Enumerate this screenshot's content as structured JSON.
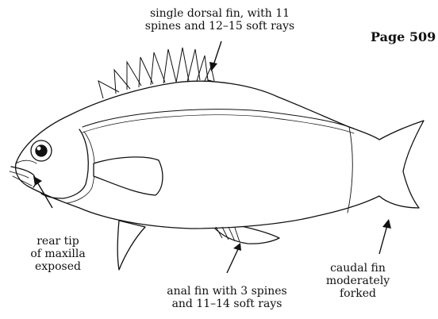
{
  "page_number": "Page 509",
  "labels": {
    "dorsal_fin": [
      "single dorsal fin, with 11",
      "spines and 12–15 soft rays"
    ],
    "maxilla": [
      "rear tip",
      "of maxilla",
      "exposed"
    ],
    "anal_fin": [
      "anal fin with 3 spines",
      "and 11–14 soft rays"
    ],
    "caudal_fin": [
      "caudal fin",
      "moderately",
      "forked"
    ]
  }
}
